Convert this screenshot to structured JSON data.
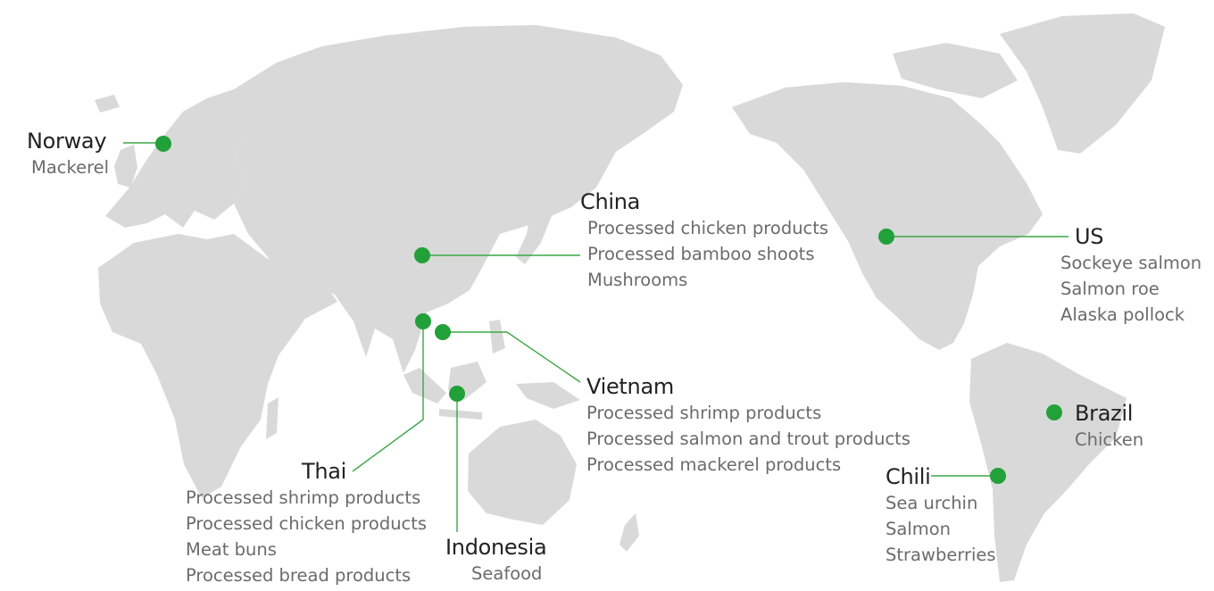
{
  "colors": {
    "land": "#d9d9d9",
    "marker": "#22a03a",
    "leader": "#3aa845",
    "country_text": "#222222",
    "item_text": "#6b6b6b"
  },
  "markers": [
    {
      "country": "Norway",
      "items": [
        "Mackerel"
      ]
    },
    {
      "country": "China",
      "items": [
        "Processed chicken products",
        "Processed bamboo shoots",
        "Mushrooms"
      ]
    },
    {
      "country": "US",
      "items": [
        "Sockeye salmon",
        "Salmon roe",
        "Alaska pollock"
      ]
    },
    {
      "country": "Vietnam",
      "items": [
        "Processed shrimp products",
        "Processed salmon and trout products",
        "Processed mackerel products"
      ]
    },
    {
      "country": "Thai",
      "items": [
        "Processed shrimp products",
        "Processed chicken products",
        "Meat buns",
        "Processed bread products"
      ]
    },
    {
      "country": "Indonesia",
      "items": [
        "Seafood"
      ]
    },
    {
      "country": "Brazil",
      "items": [
        "Chicken"
      ]
    },
    {
      "country": "Chili",
      "items": [
        "Sea urchin",
        "Salmon",
        "Strawberries"
      ]
    }
  ]
}
